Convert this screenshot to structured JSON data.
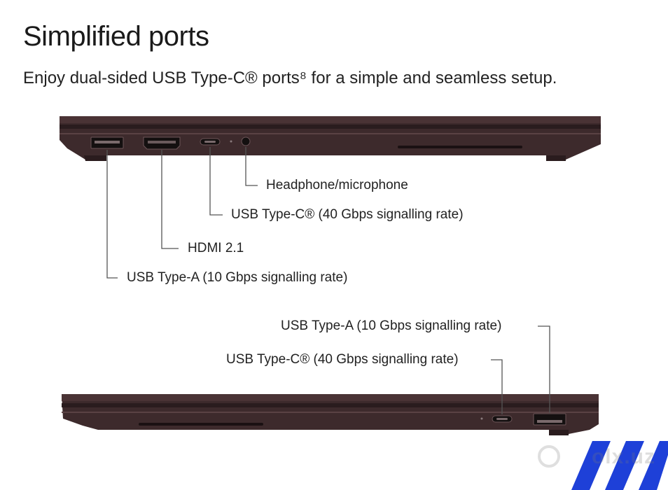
{
  "header": {
    "title": "Simplified ports",
    "subtitle": "Enjoy dual-sided USB Type-C® ports⁸ for a simple and seamless setup."
  },
  "left_side": {
    "labels": {
      "headphone": "Headphone/microphone",
      "usb_c": "USB Type-C®  (40 Gbps signalling rate)",
      "hdmi": "HDMI 2.1",
      "usb_a": "USB Type-A  (10 Gbps signalling rate)"
    }
  },
  "right_side": {
    "labels": {
      "usb_a": "USB Type-A  (10 Gbps signalling rate)",
      "usb_c": "USB Type-C®  (40 Gbps signalling rate)"
    }
  },
  "watermark": {
    "text": "olx.uz"
  },
  "colors": {
    "laptop_body": "#3d2a2c",
    "laptop_dark": "#2a1c1e",
    "accent_stripes": "#1e40d8",
    "leader_line": "#555555"
  }
}
